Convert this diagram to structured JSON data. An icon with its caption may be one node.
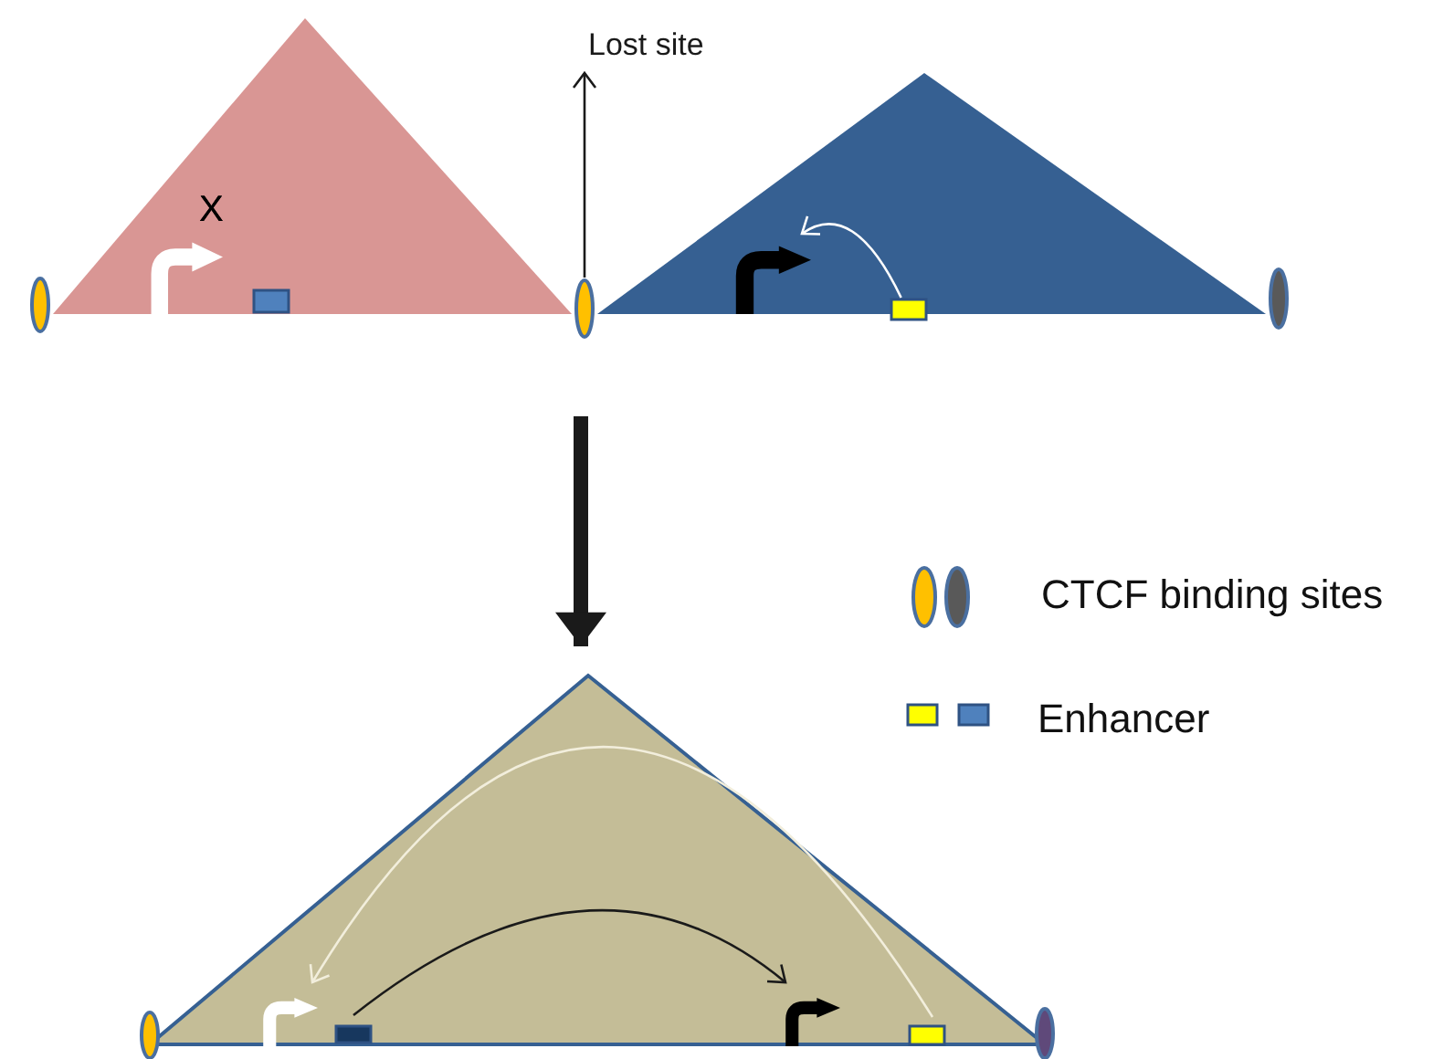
{
  "diagram": {
    "nodes": [
      {
        "text": [],
        "shape": "triangle"
      },
      {
        "text": [],
        "shape": "ellipse"
      },
      {
        "text": [],
        "shape": "arrow",
        "in": 0
      },
      {
        "text": [],
        "shape": "box",
        "in": 0
      },
      {
        "text": [
          "Lost site"
        ]
      },
      {
        "text": [],
        "shape": "ellipse"
      },
      {
        "text": [],
        "shape": "triangle"
      },
      {
        "text": [],
        "shape": "arrow",
        "in": 6
      },
      {
        "text": [],
        "shape": "box",
        "in": 6
      },
      {
        "text": [],
        "shape": "ellipse"
      },
      {
        "text": [],
        "shape": "triangle"
      },
      {
        "text": [],
        "shape": "ellipse"
      },
      {
        "text": [],
        "shape": "arrow",
        "in": 10
      },
      {
        "text": [],
        "shape": "box",
        "in": 10
      },
      {
        "text": [],
        "shape": "arrow",
        "in": 10
      },
      {
        "text": [],
        "shape": "box",
        "in": 10
      },
      {
        "text": [],
        "shape": "ellipse"
      }
    ],
    "edges": [
      {
        "from": 5,
        "to": 4,
        "arrow": "to"
      },
      {
        "from": 8,
        "to": 7,
        "arrow": "to",
        "color": "#ffffff"
      },
      {
        "from": 13,
        "to": 14,
        "arrow": "to"
      },
      {
        "from": 15,
        "to": 12,
        "arrow": "to",
        "color": "#f2eedc"
      },
      {
        "from": null,
        "to": 10,
        "arrow": "to",
        "style": "thick"
      }
    ],
    "labels": [
      "X"
    ],
    "legend": [
      {
        "text": "CTCF binding sites"
      },
      {
        "text": "Enhancer"
      }
    ]
  }
}
